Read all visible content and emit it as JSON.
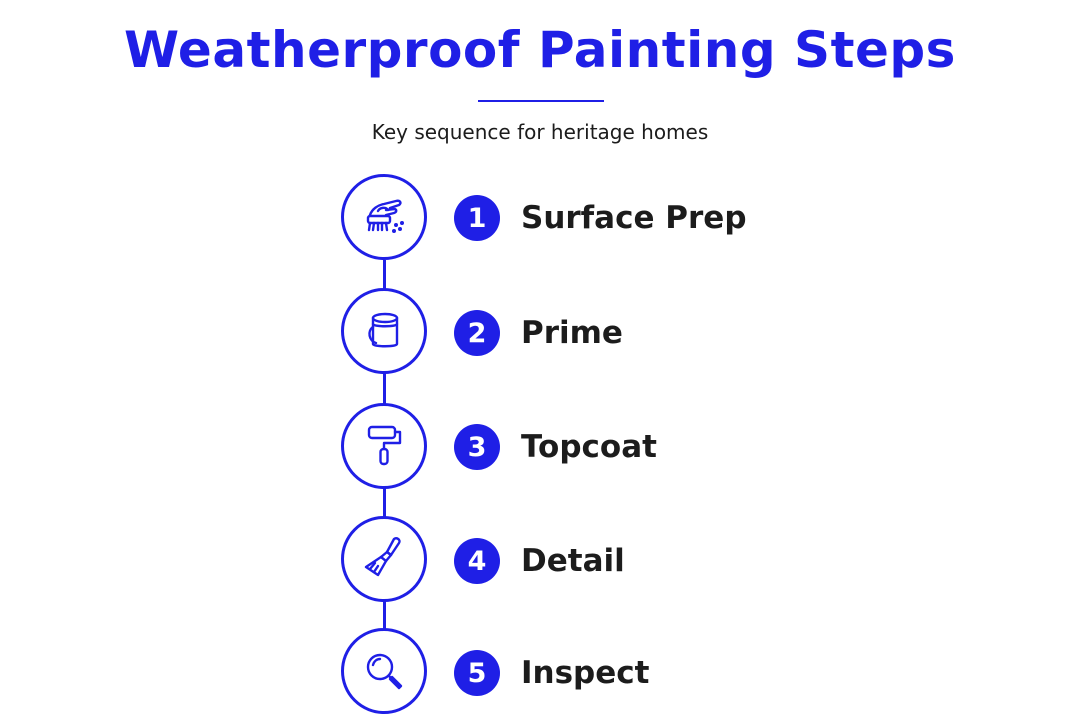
{
  "title": "Weatherproof Painting Steps",
  "subtitle": "Key sequence for heritage homes",
  "accent_color": "#1f1fe6",
  "text_color": "#1c1c1c",
  "steps": [
    {
      "number": "1",
      "label": "Surface Prep",
      "icon": "scrub-brush-icon"
    },
    {
      "number": "2",
      "label": "Prime",
      "icon": "paint-can-icon"
    },
    {
      "number": "3",
      "label": "Topcoat",
      "icon": "paint-roller-icon"
    },
    {
      "number": "4",
      "label": "Detail",
      "icon": "paintbrush-icon"
    },
    {
      "number": "5",
      "label": "Inspect",
      "icon": "magnifying-glass-icon"
    }
  ]
}
